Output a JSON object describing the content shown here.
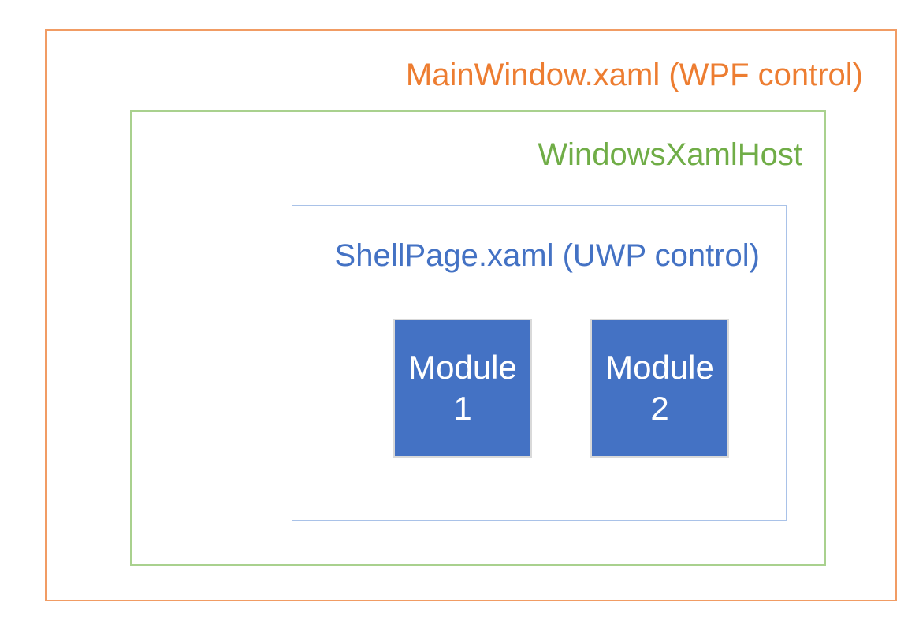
{
  "diagram": {
    "background_color": "#FFFFFF",
    "wpf_window": {
      "label": "MainWindow.xaml (WPF control)",
      "text_color": "#ED7D31",
      "border_color": "#F19C64"
    },
    "xaml_host": {
      "label": "WindowsXamlHost",
      "text_color": "#70AD47",
      "border_color": "#A9D18E"
    },
    "shell_page": {
      "label": "ShellPage.xaml (UWP control)",
      "text_color": "#4472C4",
      "border_color": "#A9C2E8"
    },
    "modules": [
      {
        "line1": "Module",
        "line2": "1",
        "fill_color": "#4472C4",
        "border_color": "#D9D9D9",
        "text_color": "#FFFFFF"
      },
      {
        "line1": "Module",
        "line2": "2",
        "fill_color": "#4472C4",
        "border_color": "#D9D9D9",
        "text_color": "#FFFFFF"
      }
    ]
  }
}
